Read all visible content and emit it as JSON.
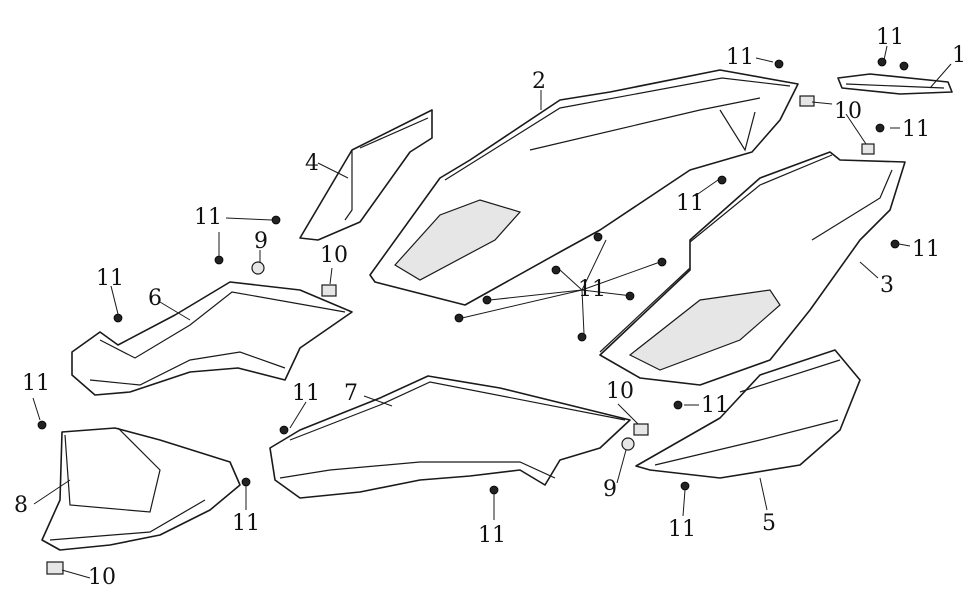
{
  "labels": {
    "p1": "1",
    "p2": "2",
    "p3": "3",
    "p4": "4",
    "p5": "5",
    "p6": "6",
    "p7": "7",
    "p8": "8",
    "p9a": "9",
    "p9b": "9",
    "p10a": "10",
    "p10b": "10",
    "p10c": "10",
    "p10d": "10",
    "p11a": "11",
    "p11b": "11",
    "p11c": "11",
    "p11d": "11",
    "p11e": "11",
    "p11f": "11",
    "p11g": "11",
    "p11h": "11",
    "p11i": "11",
    "p11j": "11",
    "p11k": "11",
    "p11l": "11",
    "p11m": "11",
    "p11n": "11"
  }
}
